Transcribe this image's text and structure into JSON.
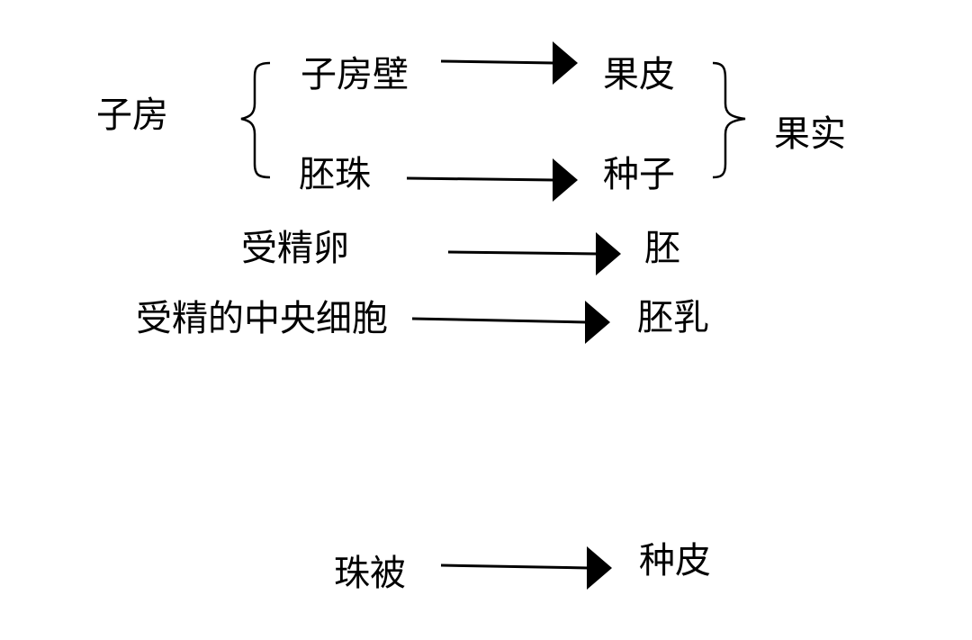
{
  "diagram": {
    "ovary": "子房",
    "ovary_wall": "子房壁",
    "pericarp": "果皮",
    "ovule": "胚珠",
    "seed": "种子",
    "fruit": "果实",
    "fertilized_egg": "受精卵",
    "embryo": "胚",
    "fertilized_central_cell": "受精的中央细胞",
    "endosperm": "胚乳",
    "integument": "珠被",
    "seed_coat": "种皮"
  },
  "colors": {
    "ink": "#000000",
    "background": "#ffffff"
  }
}
